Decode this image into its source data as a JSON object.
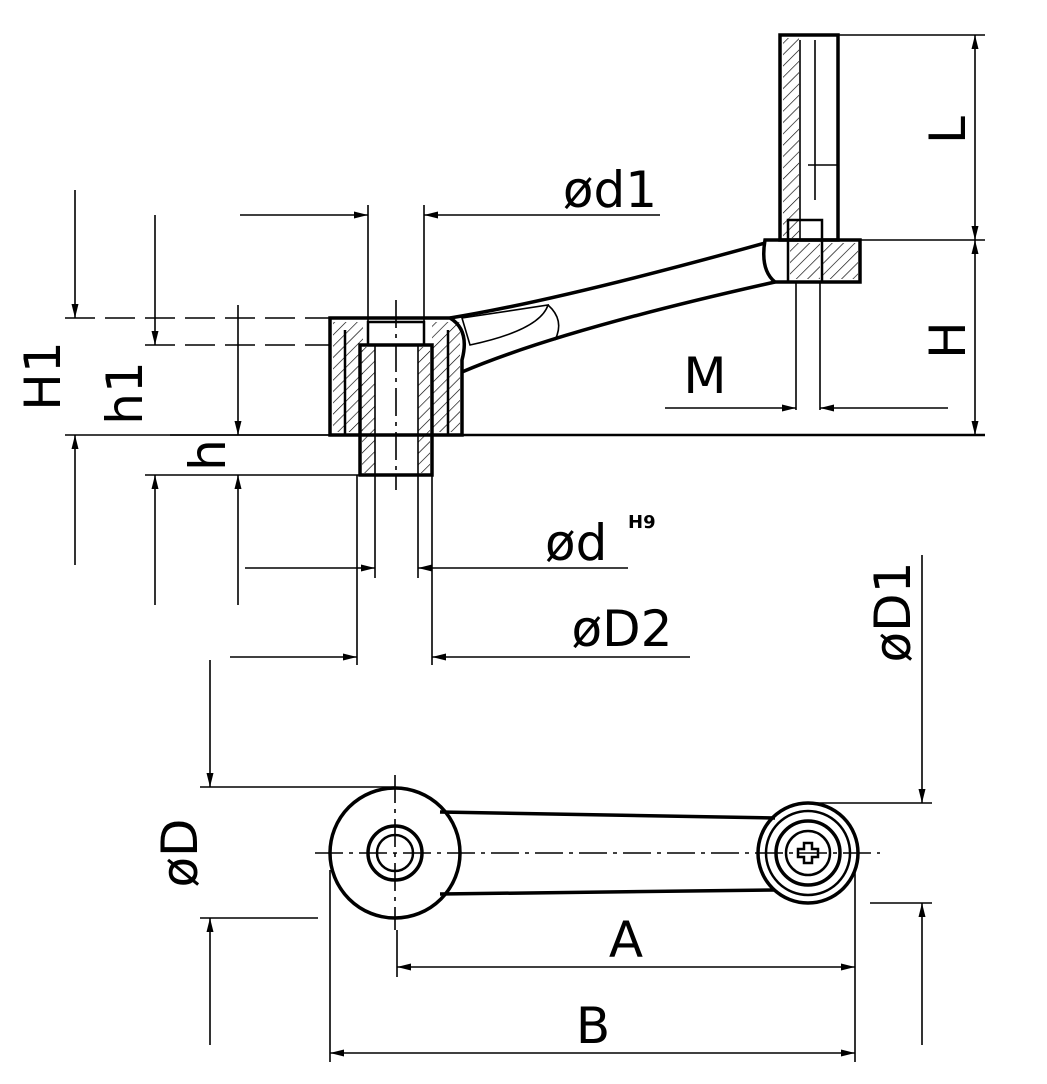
{
  "drawing": {
    "title": "Crank handle dimension drawing",
    "labels": {
      "L": "L",
      "H": "H",
      "M": "M",
      "d1": "ød1",
      "H1": "H1",
      "h1": "h1",
      "h": "h",
      "d": "ød",
      "d_tol": "H9",
      "D2": "øD2",
      "D1": "øD1",
      "D": "øD",
      "A": "A",
      "B": "B"
    }
  }
}
